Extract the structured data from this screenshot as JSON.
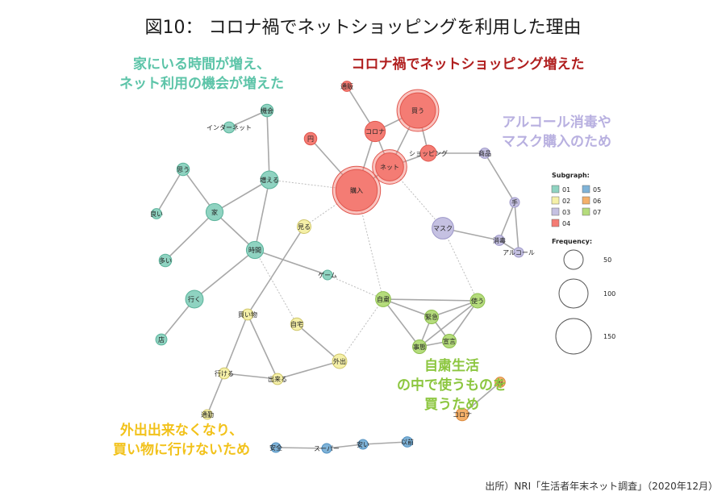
{
  "title": "図10： コロナ禍でネットショッピングを利用した理由",
  "annotations": {
    "home": [
      "家にいる時間が増え、",
      "ネット利用の機会が増えた"
    ],
    "corona": [
      "コロナ禍でネットショッピング増えた"
    ],
    "mask": [
      "アルコール消毒や",
      "マスク購入のため"
    ],
    "self": [
      "自粛生活",
      "の中で使うものを",
      "買うため"
    ],
    "outing": [
      "外出出来なくなり、",
      "買い物に行けないため"
    ]
  },
  "source": "出所）NRI「生活者年末ネット調査」（2020年12月）",
  "legend": {
    "subgraph_title": "Subgraph:",
    "subgraphs": [
      {
        "id": "01",
        "color": "#8fd3c1"
      },
      {
        "id": "02",
        "color": "#f5f0a8"
      },
      {
        "id": "03",
        "color": "#c5c1e2"
      },
      {
        "id": "04",
        "color": "#f47c74"
      },
      {
        "id": "05",
        "color": "#7fb3d8"
      },
      {
        "id": "06",
        "color": "#f4b06a"
      },
      {
        "id": "07",
        "color": "#b5dc7c"
      }
    ],
    "frequency_title": "Frequency:",
    "frequencies": [
      "50",
      "100",
      "150"
    ]
  },
  "nodes": [
    {
      "id": "buy",
      "label": "買う",
      "group": "04",
      "freq": 120
    },
    {
      "id": "corona",
      "label": "コロナ",
      "group": "04",
      "freq": 40
    },
    {
      "id": "shopping",
      "label": "ショッピング",
      "group": "04",
      "freq": 25
    },
    {
      "id": "net",
      "label": "ネット",
      "group": "04",
      "freq": 75
    },
    {
      "id": "purchase",
      "label": "購入",
      "group": "04",
      "freq": 165
    },
    {
      "id": "yen",
      "label": "円",
      "group": "04",
      "freq": 15
    },
    {
      "id": "tsuhan",
      "label": "通販",
      "group": "04",
      "freq": 10
    },
    {
      "id": "item",
      "label": "商品",
      "group": "03",
      "freq": 10
    },
    {
      "id": "hand",
      "label": "手",
      "group": "03",
      "freq": 8
    },
    {
      "id": "mask",
      "label": "マスク",
      "group": "03",
      "freq": 45
    },
    {
      "id": "disinfect",
      "label": "消毒",
      "group": "03",
      "freq": 10
    },
    {
      "id": "alcohol",
      "label": "アルコール",
      "group": "03",
      "freq": 8
    },
    {
      "id": "chance",
      "label": "機会",
      "group": "01",
      "freq": 15
    },
    {
      "id": "internet",
      "label": "インターネット",
      "group": "01",
      "freq": 12
    },
    {
      "id": "increase",
      "label": "増える",
      "group": "01",
      "freq": 30
    },
    {
      "id": "think",
      "label": "思う",
      "group": "01",
      "freq": 15
    },
    {
      "id": "home",
      "label": "家",
      "group": "01",
      "freq": 28
    },
    {
      "id": "good",
      "label": "良い",
      "group": "01",
      "freq": 10
    },
    {
      "id": "many",
      "label": "多い",
      "group": "01",
      "freq": 15
    },
    {
      "id": "time",
      "label": "時間",
      "group": "01",
      "freq": 28
    },
    {
      "id": "go",
      "label": "行く",
      "group": "01",
      "freq": 30
    },
    {
      "id": "store",
      "label": "店",
      "group": "01",
      "freq": 12
    },
    {
      "id": "game",
      "label": "ゲーム",
      "group": "01",
      "freq": 8
    },
    {
      "id": "see",
      "label": "見る",
      "group": "02",
      "freq": 18
    },
    {
      "id": "shopping2",
      "label": "買い物",
      "group": "02",
      "freq": 12
    },
    {
      "id": "athome",
      "label": "自宅",
      "group": "02",
      "freq": 15
    },
    {
      "id": "goout",
      "label": "外出",
      "group": "02",
      "freq": 20
    },
    {
      "id": "cango",
      "label": "行ける",
      "group": "02",
      "freq": 12
    },
    {
      "id": "cangoout",
      "label": "出来る",
      "group": "02",
      "freq": 12
    },
    {
      "id": "commute",
      "label": "通勤",
      "group": "02",
      "freq": 8
    },
    {
      "id": "jishuku",
      "label": "自粛",
      "group": "07",
      "freq": 22
    },
    {
      "id": "use",
      "label": "使う",
      "group": "07",
      "freq": 20
    },
    {
      "id": "emergency",
      "label": "緊急",
      "group": "07",
      "freq": 18
    },
    {
      "id": "situation",
      "label": "事態",
      "group": "07",
      "freq": 18
    },
    {
      "id": "declare",
      "label": "宣言",
      "group": "07",
      "freq": 18
    },
    {
      "id": "before",
      "label": "前",
      "group": "06",
      "freq": 10
    },
    {
      "id": "corona2",
      "label": "コロナ",
      "group": "06",
      "freq": 15
    },
    {
      "id": "safe",
      "label": "安全",
      "group": "05",
      "freq": 8
    },
    {
      "id": "super",
      "label": "スーパー",
      "group": "05",
      "freq": 8
    },
    {
      "id": "cheap",
      "label": "安い",
      "group": "05",
      "freq": 8
    },
    {
      "id": "previously",
      "label": "以前",
      "group": "05",
      "freq": 10
    }
  ],
  "edges": [
    [
      "buy",
      "corona"
    ],
    [
      "buy",
      "net"
    ],
    [
      "buy",
      "shopping"
    ],
    [
      "corona",
      "net"
    ],
    [
      "corona",
      "purchase"
    ],
    [
      "corona",
      "tsuhan"
    ],
    [
      "net",
      "shopping"
    ],
    [
      "net",
      "purchase"
    ],
    [
      "yen",
      "purchase"
    ],
    [
      "shopping",
      "item"
    ],
    [
      "item",
      "hand"
    ],
    [
      "hand",
      "disinfect"
    ],
    [
      "hand",
      "alcohol"
    ],
    [
      "disinfect",
      "alcohol"
    ],
    [
      "mask",
      "disinfect"
    ],
    [
      "chance",
      "internet"
    ],
    [
      "chance",
      "increase"
    ],
    [
      "increase",
      "home"
    ],
    [
      "increase",
      "time"
    ],
    [
      "think",
      "home"
    ],
    [
      "think",
      "good"
    ],
    [
      "home",
      "many"
    ],
    [
      "home",
      "time"
    ],
    [
      "time",
      "go"
    ],
    [
      "time",
      "game"
    ],
    [
      "go",
      "store"
    ],
    [
      "see",
      "shopping2"
    ],
    [
      "shopping2",
      "cango"
    ],
    [
      "shopping2",
      "cangoout"
    ],
    [
      "cango",
      "cangoout"
    ],
    [
      "cango",
      "commute"
    ],
    [
      "cangoout",
      "goout"
    ],
    [
      "athome",
      "goout"
    ],
    [
      "jishuku",
      "emergency"
    ],
    [
      "jishuku",
      "situation"
    ],
    [
      "jishuku",
      "use"
    ],
    [
      "use",
      "emergency"
    ],
    [
      "use",
      "declare"
    ],
    [
      "use",
      "situation"
    ],
    [
      "emergency",
      "situation"
    ],
    [
      "emergency",
      "declare"
    ],
    [
      "situation",
      "declare"
    ],
    [
      "before",
      "corona2"
    ],
    [
      "safe",
      "super"
    ],
    [
      "super",
      "cheap"
    ],
    [
      "cheap",
      "previously"
    ]
  ],
  "dotted_edges": [
    [
      "increase",
      "purchase"
    ],
    [
      "see",
      "purchase"
    ],
    [
      "net",
      "mask"
    ],
    [
      "purchase",
      "jishuku"
    ],
    [
      "goout",
      "jishuku"
    ],
    [
      "time",
      "athome"
    ],
    [
      "mask",
      "use"
    ],
    [
      "game",
      "jishuku"
    ]
  ]
}
